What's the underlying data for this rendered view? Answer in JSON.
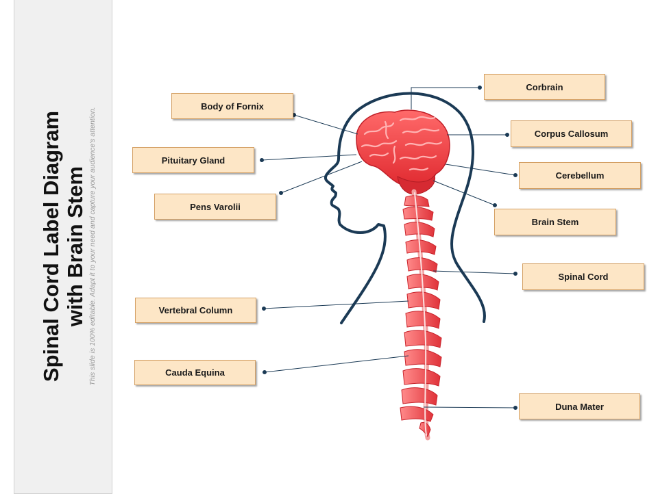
{
  "title": {
    "line1": "Spinal Cord Label Diagram",
    "line2": "with Brain Stem",
    "subtitle": "This slide is 100% editable. Adapt it to your need and capture your audience's attention."
  },
  "labels": {
    "body_of_fornix": "Body of Fornix",
    "pituitary_gland": "Pituitary Gland",
    "pens_varolii": "Pens Varolii",
    "vertebral_column": "Vertebral Column",
    "cauda_equina": "Cauda Equina",
    "corbrain": "Corbrain",
    "corpus_callosum": "Corpus Callosum",
    "cerebellum": "Cerebellum",
    "brain_stem": "Brain Stem",
    "spinal_cord": "Spinal Cord",
    "duna_mater": "Duna Mater"
  },
  "colors": {
    "label_fill": "#fde6c6",
    "label_border": "#d4a064",
    "outline": "#1b3a55",
    "anatomy_red": "#e8333a",
    "connector": "#1b3a55"
  },
  "icons": [
    "head-outline-icon",
    "brain-icon",
    "spine-icon"
  ]
}
